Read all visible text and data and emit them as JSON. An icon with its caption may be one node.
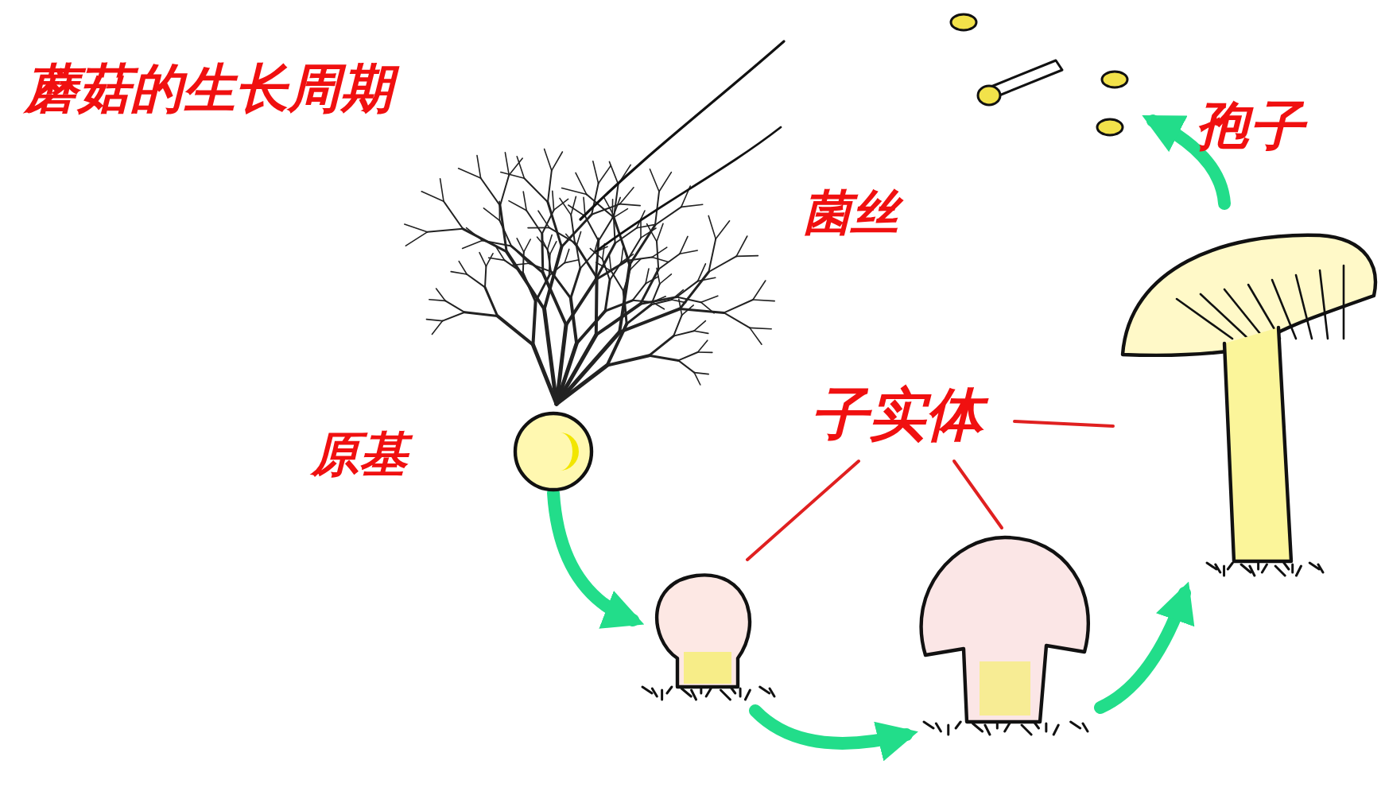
{
  "diagram": {
    "title": "蘑菇的生长周期",
    "nodes": [
      {
        "text": [],
        "shape": "picture"
      },
      {
        "text": [],
        "shape": "picture"
      },
      {
        "text": [],
        "shape": "picture"
      },
      {
        "text": [],
        "shape": "picture"
      },
      {
        "text": [],
        "shape": "picture"
      },
      {
        "text": [],
        "shape": "picture"
      },
      {
        "text": [
          "子实体"
        ]
      }
    ],
    "edges": [
      {
        "from": 1,
        "to": 2,
        "arrow": "to"
      },
      {
        "from": 2,
        "to": 3,
        "arrow": "to"
      },
      {
        "from": 3,
        "to": 4,
        "arrow": "to"
      },
      {
        "from": 4,
        "to": 5,
        "arrow": "to"
      },
      {
        "from": 6,
        "to": 2,
        "arrow": "none",
        "color": "#e02020"
      },
      {
        "from": 6,
        "to": 3,
        "arrow": "none",
        "color": "#e02020"
      },
      {
        "from": 6,
        "to": 4,
        "arrow": "none",
        "color": "#e02020"
      }
    ],
    "labels": [
      "菌丝",
      "原基",
      "孢子"
    ]
  }
}
